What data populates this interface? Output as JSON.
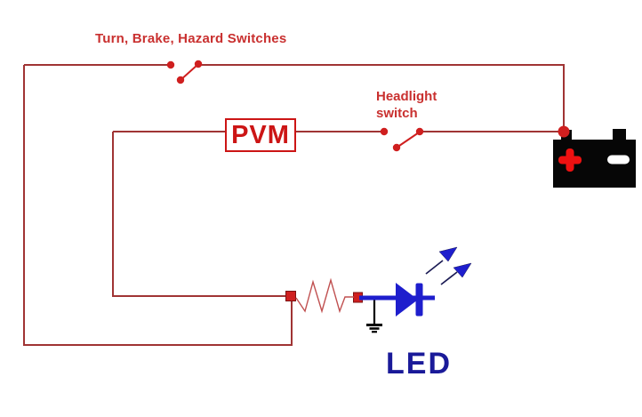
{
  "labels": {
    "turn_brake_hazard": "Turn, Brake, Hazard Switches",
    "headlight_line1": "Headlight",
    "headlight_line2": "switch",
    "pvm": "PVM",
    "led": "LED"
  },
  "battery": {
    "positive_symbol": "+",
    "negative_symbol": "−"
  },
  "colors": {
    "wire-red": "#a03434",
    "bright-red": "#cf1f1f",
    "label-red": "#c9302f",
    "pvm-red": "#cc1515",
    "battery-plus-red": "#ee1111",
    "battery-black": "#060606",
    "resistor-red": "#c05050",
    "led-blue": "#1e1ecd",
    "led-label-blue": "#1a1a99",
    "arrow-navy": "#1c1c55",
    "bg": "#ffffff"
  }
}
